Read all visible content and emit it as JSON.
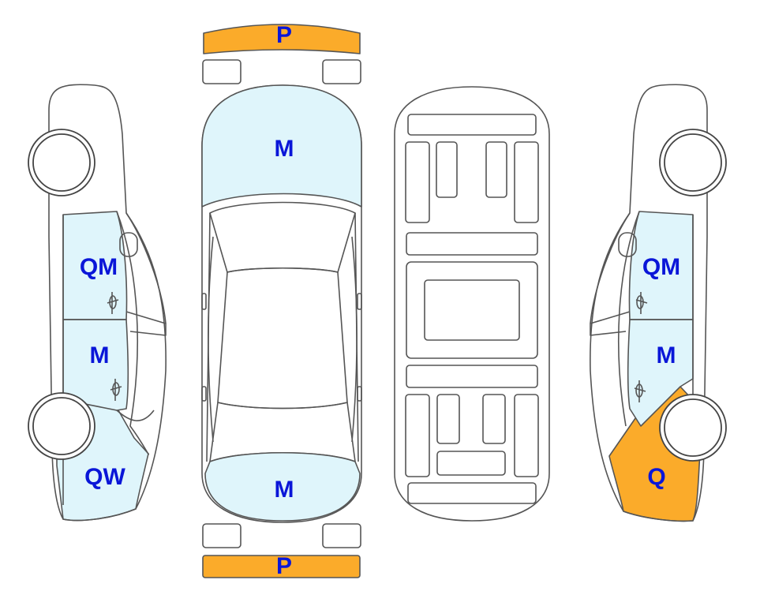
{
  "colors": {
    "light_damage": "#dff5fb",
    "heavy_damage": "#fbab2a",
    "label": "#0a16d8",
    "outline": "#555555"
  },
  "labels": {
    "front_bumper": "P",
    "rear_bumper": "P",
    "hood": "M",
    "trunk": "M",
    "left_front_door": "QM",
    "left_rear_door": "M",
    "left_rear_quarter": "QW",
    "right_front_door": "QM",
    "right_rear_door": "M",
    "right_rear_quarter": "Q"
  }
}
